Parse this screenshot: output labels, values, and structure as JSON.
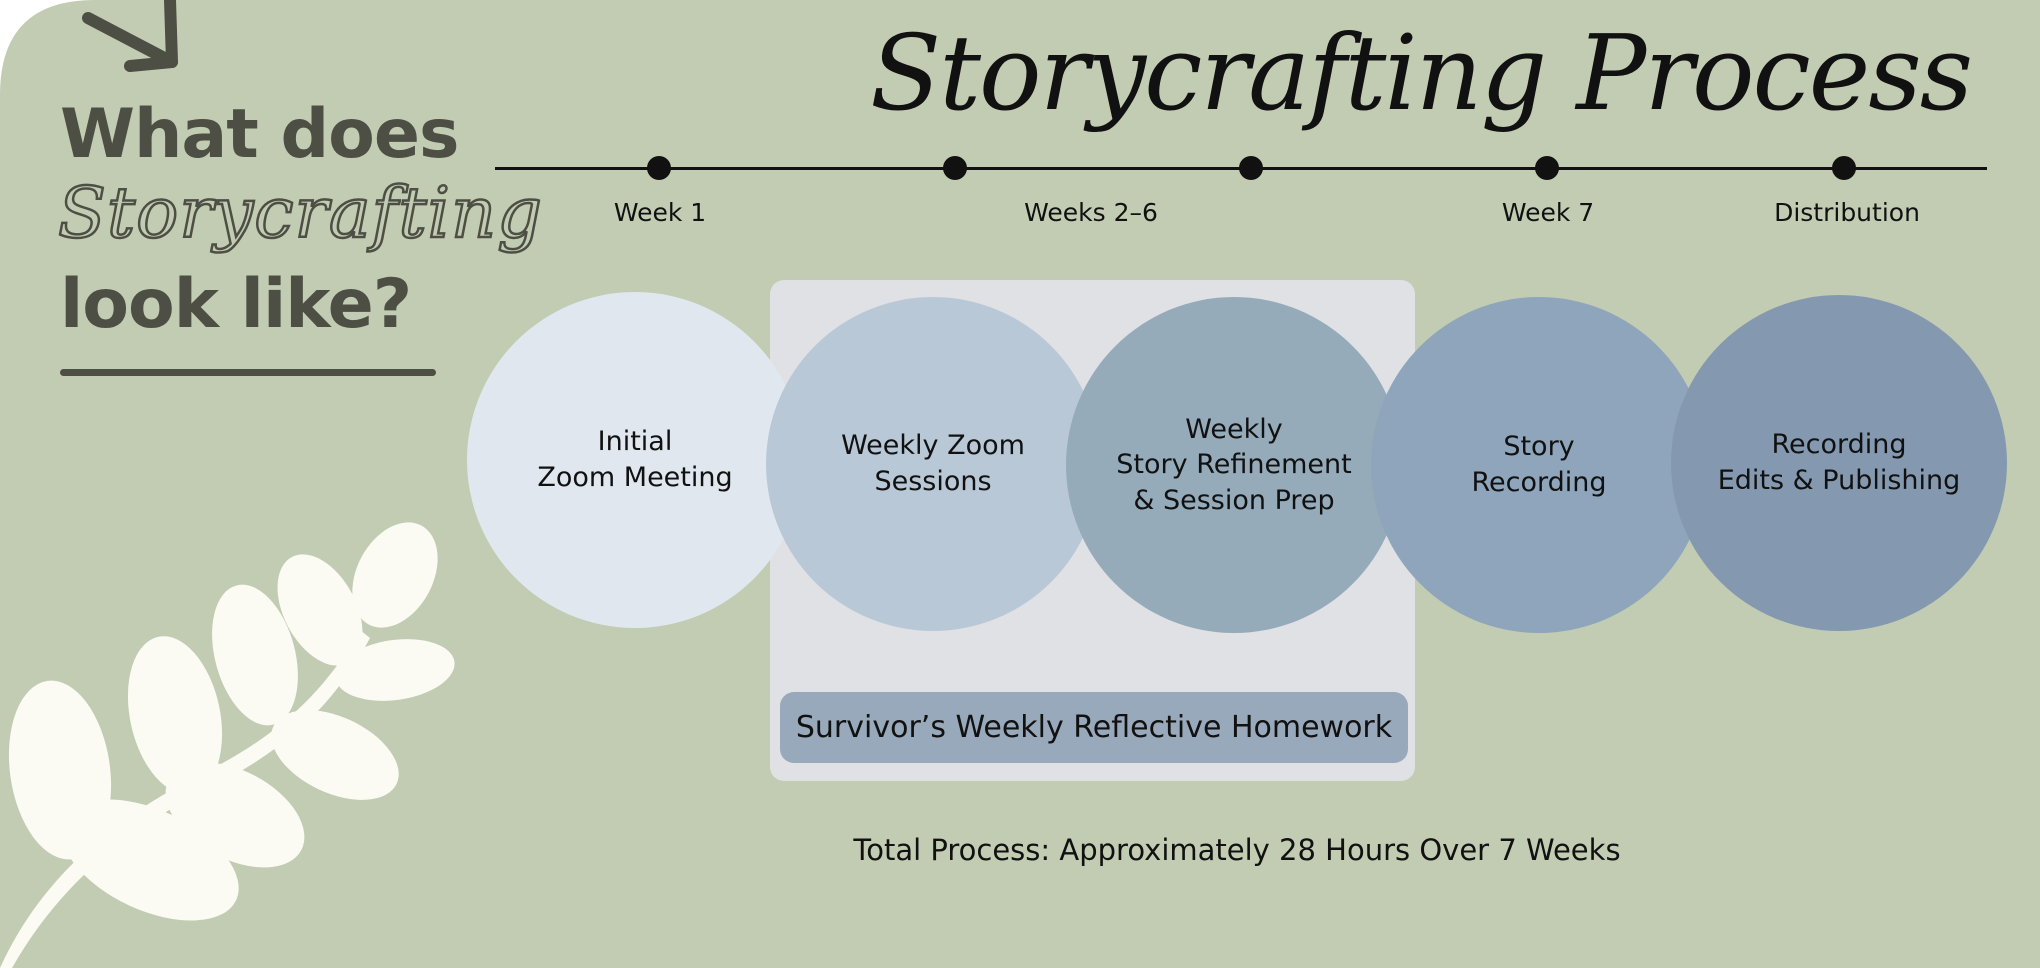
{
  "header": {
    "line1": "What does",
    "line2": "Storycrafting",
    "line3": "look like?"
  },
  "title": "Storycrafting Process",
  "timeline": {
    "labels": [
      "Week 1",
      "Weeks 2–6",
      "Week 7",
      "Distribution"
    ]
  },
  "stages": [
    {
      "label": "Initial\nZoom Meeting",
      "color": "#e0e7ef"
    },
    {
      "label": "Weekly Zoom\nSessions",
      "color": "#b9c8d6"
    },
    {
      "label": "Weekly\nStory Refinement\n& Session Prep",
      "color": "#95abba"
    },
    {
      "label": "Story\nRecording",
      "color": "#8ea5bb"
    },
    {
      "label": "Recording\nEdits & Publishing",
      "color": "#8499b0"
    }
  ],
  "homework": {
    "label": "Survivor’s Weekly Reflective Homework",
    "box_color": "#dfe1e4",
    "pill_color": "#98a9bb"
  },
  "total": "Total Process: Approximately 28 Hours Over 7 Weeks",
  "colors": {
    "background": "#c2ccb2",
    "heading": "#4d4f45",
    "leaf": "#fbfbf4"
  },
  "icons": [
    "arrow-icon",
    "leaf-branch-icon"
  ]
}
